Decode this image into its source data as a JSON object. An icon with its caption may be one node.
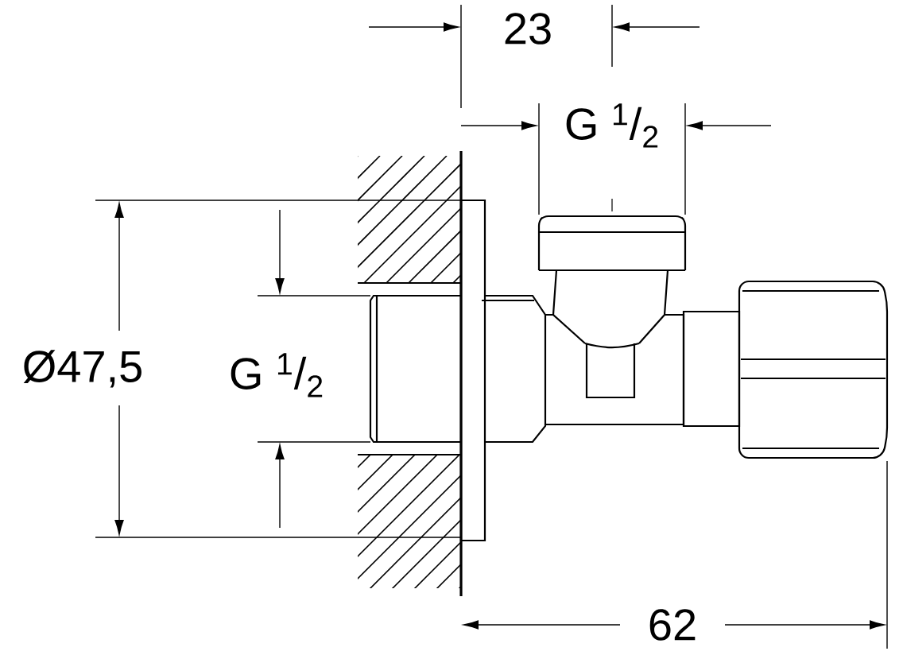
{
  "diagram": {
    "labels": [
      "23",
      "G $^{1}$/$_{2}$",
      "Ø47,5",
      "G $^{1}$/$_{2}$",
      "62"
    ]
  }
}
